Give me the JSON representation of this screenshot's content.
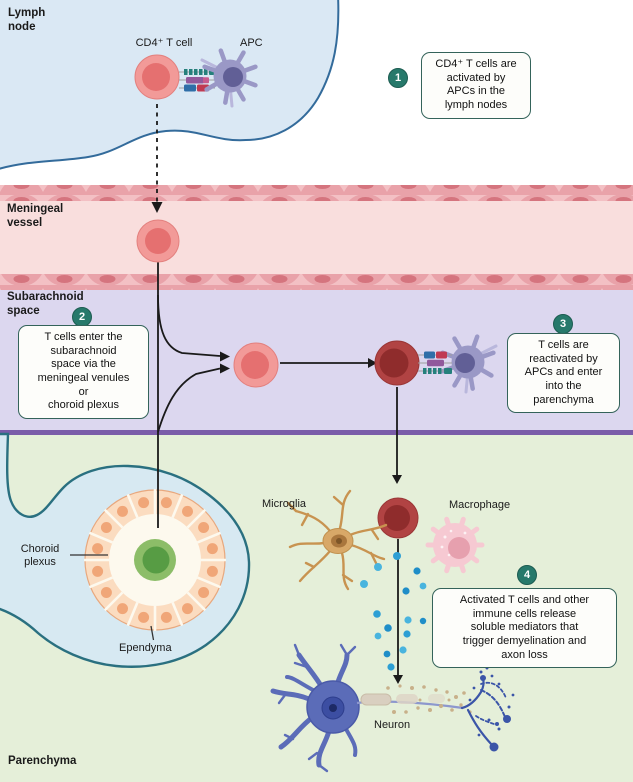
{
  "figure": {
    "title_context": "CD4+ T-cell entry into the CNS",
    "regions": {
      "lymph_node": {
        "label": "Lymph\nnode"
      },
      "meningeal_vessel": {
        "label": "Meningeal\nvessel"
      },
      "subarachnoid_space": {
        "label": "Subarachnoid\nspace"
      },
      "parenchyma": {
        "label": "Parenchyma"
      }
    },
    "cell_labels": {
      "cd4_t_cell": "CD4⁺ T cell",
      "apc": "APC",
      "microglia": "Microglia",
      "macrophage": "Macrophage",
      "choroid_plexus": "Choroid\nplexus",
      "ependyma": "Ependyma",
      "neuron": "Neuron"
    },
    "steps": [
      {
        "number": "1",
        "text": "CD4⁺ T cells are\nactivated  by\nAPCs in the\nlymph nodes"
      },
      {
        "number": "2",
        "text": "T cells enter the\nsubarachnoid\nspace via the\nmeningeal venules\nor\nchoroid plexus"
      },
      {
        "number": "3",
        "text": "T cells are\nreactivated by\nAPCs and enter\ninto the\nparenchyma"
      },
      {
        "number": "4",
        "text": "Activated T cells and other\nimmune cells release\nsoluble mediators that\ntrigger demyelination and\naxon loss"
      }
    ],
    "colors": {
      "lymph_node_fill": "#dae8f4",
      "lymph_node_border": "#336b9b",
      "vessel_lumen": "#f9dedd",
      "endothelium_cell": "#e9a2a9",
      "endothelium_nucleus": "#d5747e",
      "subarachnoid_fill": "#dcd7ef",
      "pia_border": "#7a5ca9",
      "parenchyma_fill": "#e5efd9",
      "csf_fill": "#d7e9f2",
      "csf_border": "#2a7080",
      "t_cell": "#f29a98",
      "t_cell_nucleus": "#e57070",
      "activated_t_cell": "#b14343",
      "activated_t_cell_nucleus": "#8f2c2c",
      "apc_body": "#9a98c6",
      "apc_nucleus": "#615f96",
      "microglia_body": "#d8a868",
      "macrophage_body": "#f6c9d2",
      "choroid_epithelium": "#fbdcc0",
      "choroid_nucleus": "#f0a678",
      "choroid_green_cell": "#579c44",
      "neuron_body": "#5b6cb8",
      "mediator_dot_light": "#49b4de",
      "mediator_dot_dark": "#1f8ec8",
      "step_badge": "#27796b",
      "box_border": "#34635a"
    }
  }
}
